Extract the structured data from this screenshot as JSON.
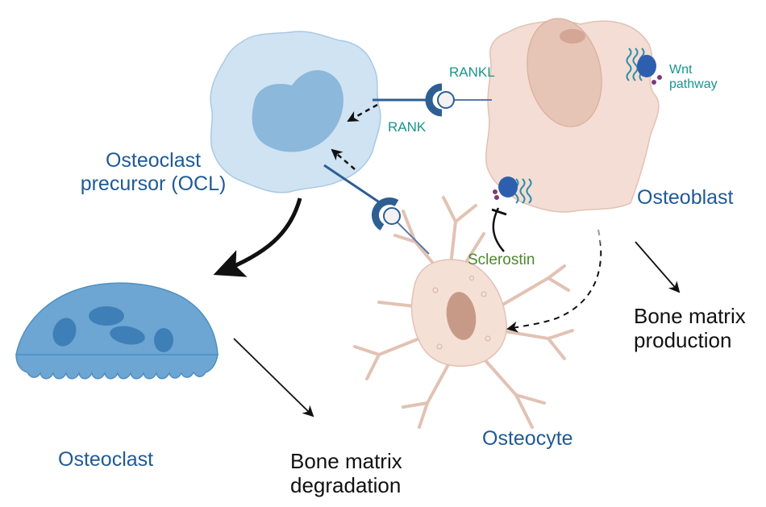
{
  "labels": {
    "osteoclast_precursor": [
      "Osteoclast",
      "precursor (OCL)"
    ],
    "osteoclast": "Osteoclast",
    "osteoblast": "Osteoblast",
    "osteocyte": "Osteocyte",
    "rankl": "RANKL",
    "rank": "RANK",
    "wnt_pathway": [
      "Wnt",
      "pathway"
    ],
    "sclerostin": "Sclerostin",
    "bone_matrix_degradation": [
      "Bone matrix",
      "degradation"
    ],
    "bone_matrix_production": [
      "Bone matrix",
      "production"
    ]
  },
  "colors": {
    "precursor_fill": "#cfe3f3",
    "precursor_nucleus": "#7fb0d6",
    "osteoclast_fill": "#6da6d2",
    "osteoclast_nuclei": "#3f7fb8",
    "osteoblast_fill": "#f3ddd4",
    "osteoblast_nucleus": "#d9b1a2",
    "osteocyte_fill": "#f5e0d6",
    "osteocyte_nucleus": "#c79a87",
    "receptor": "#2e5f93",
    "label_blue": "#1f5a96",
    "label_teal": "#17968c",
    "label_green": "#4b8a2c"
  }
}
